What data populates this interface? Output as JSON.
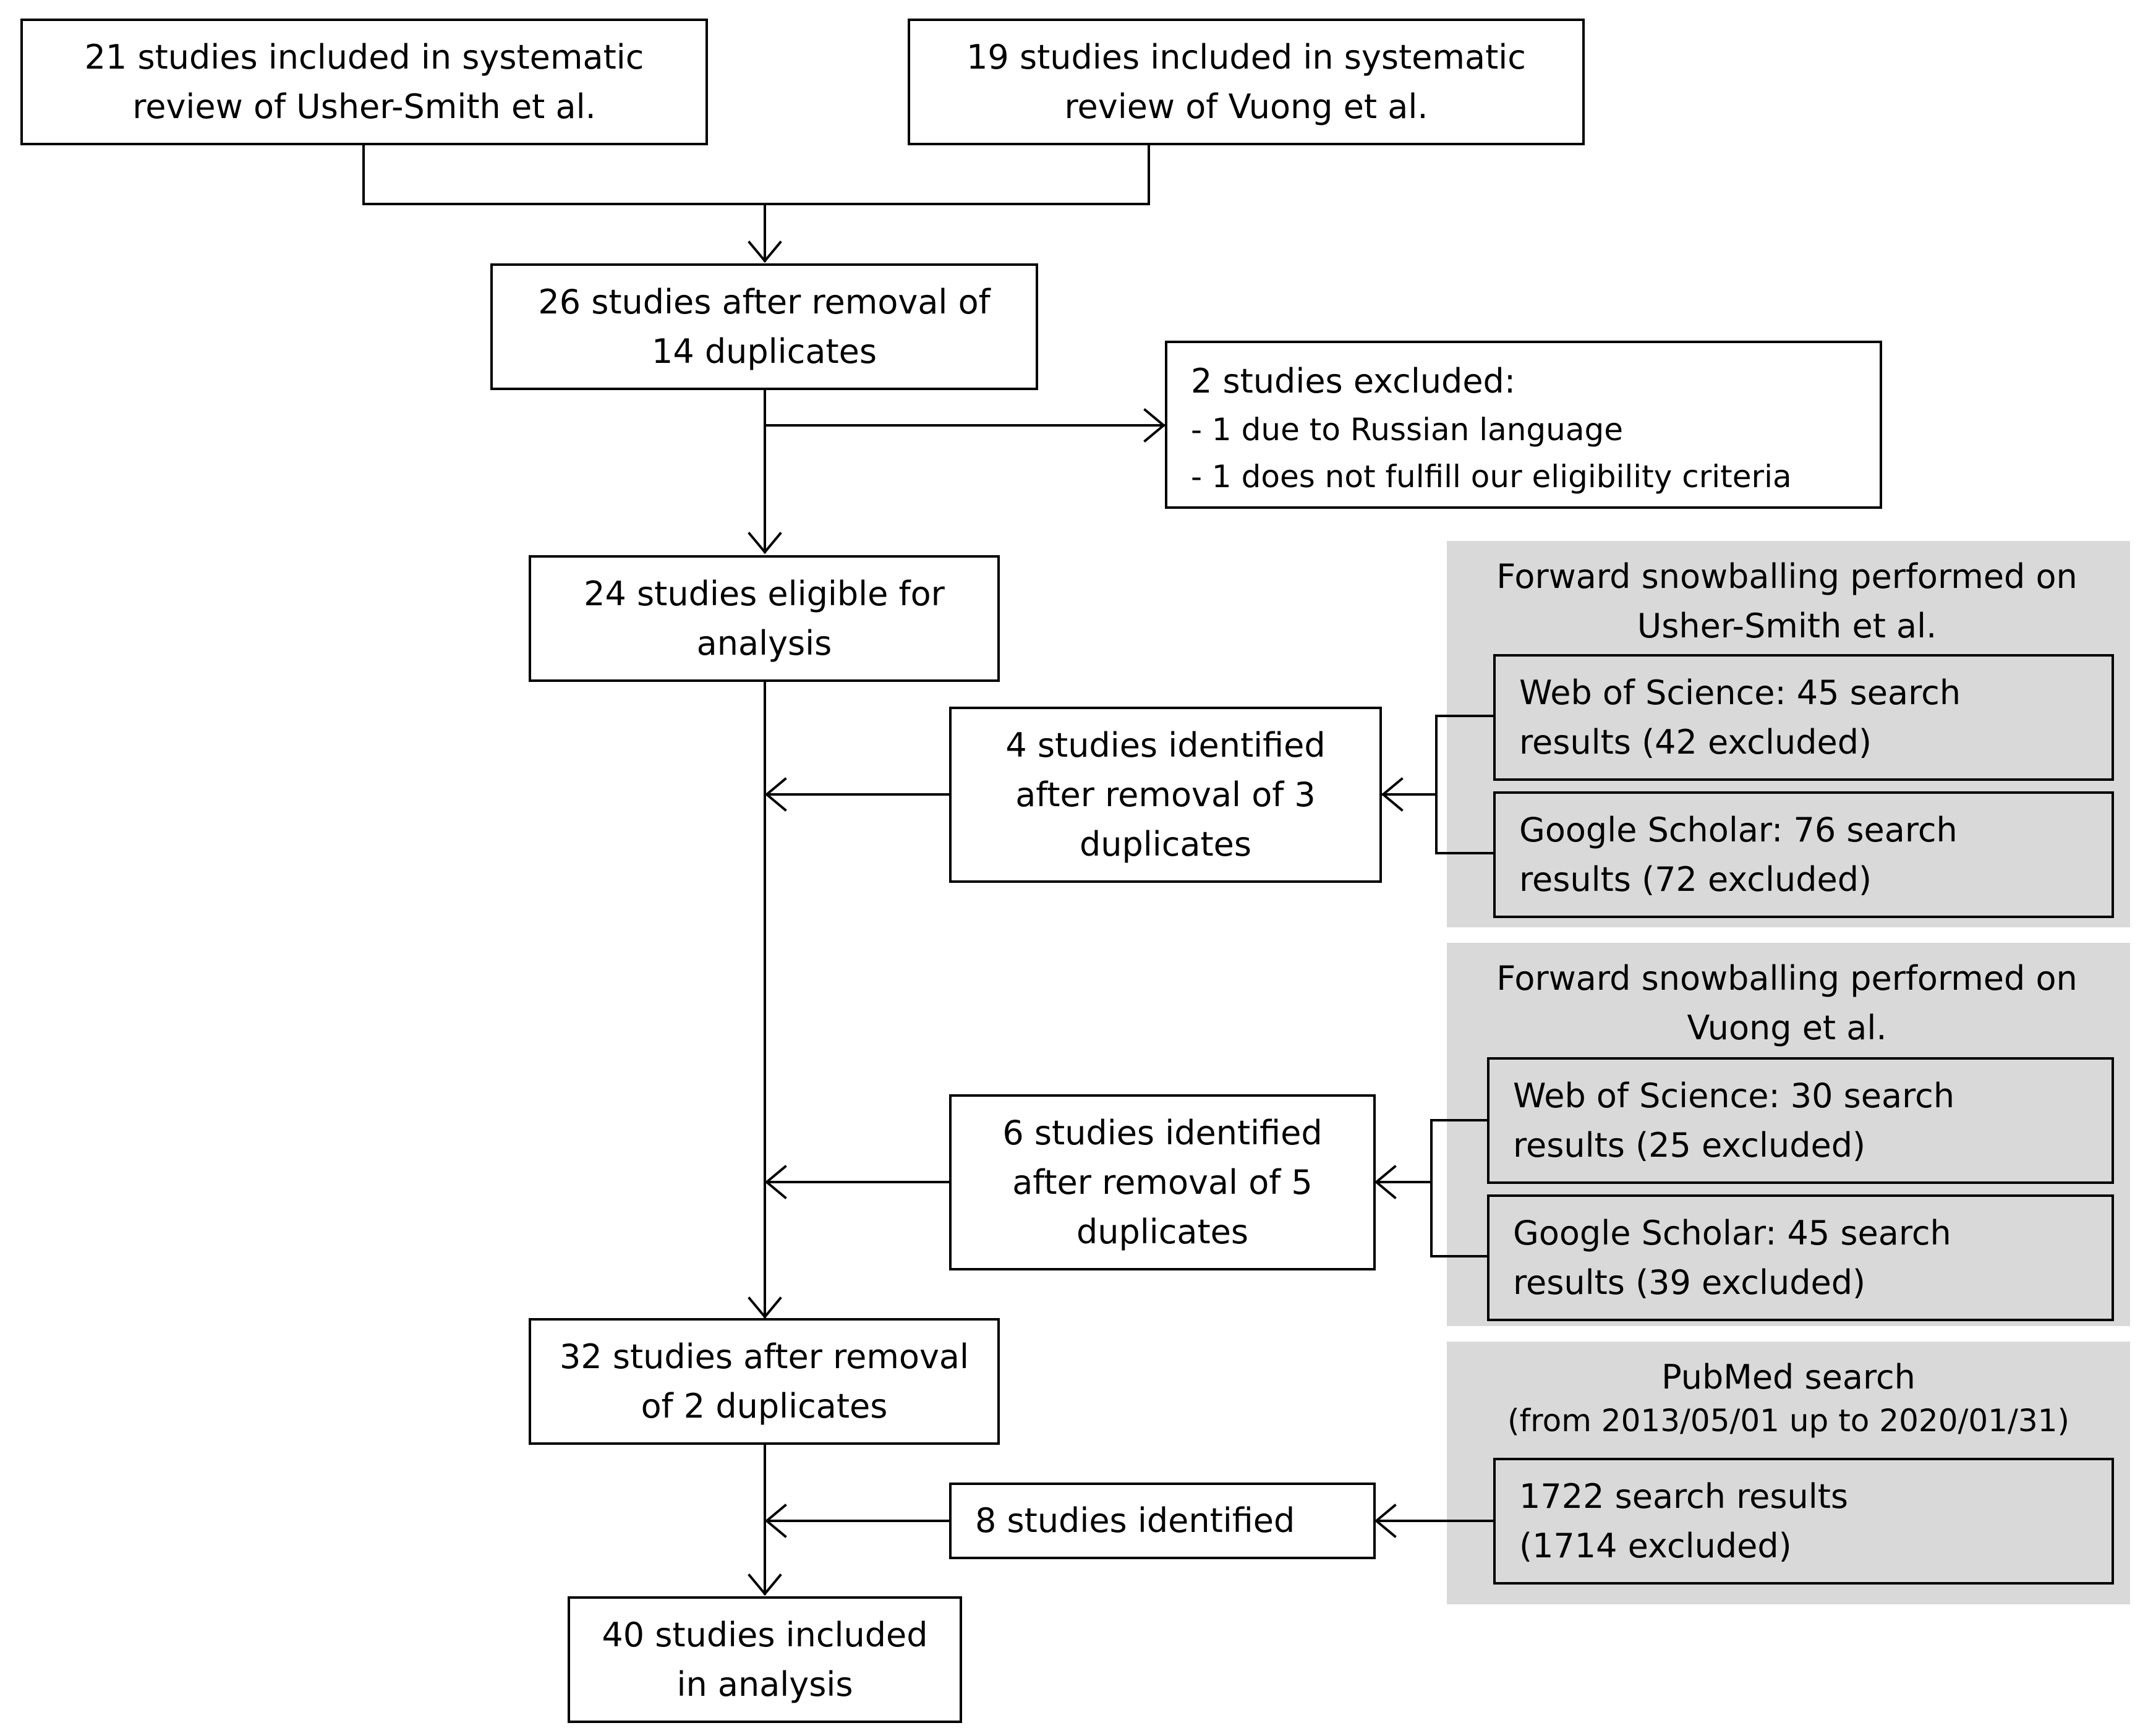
{
  "boxes": {
    "usher_smith_review": "21 studies included in systematic review of Usher-Smith et al.",
    "vuong_review": "19 studies included in systematic review of Vuong et al.",
    "after_duplicates_1": "26 studies after removal of 14 duplicates",
    "excluded_title": "2 studies excluded:",
    "excluded_item_1": "- 1 due to Russian language",
    "excluded_item_2": "- 1 does not fulfill our eligibility criteria",
    "eligible": "24 studies eligible for analysis",
    "identified_usher": "4 studies identified after removal of 3 duplicates",
    "identified_vuong": "6 studies identified after removal of 5 duplicates",
    "after_duplicates_2": "32 studies after removal of 2 duplicates",
    "identified_pubmed": "8 studies identified",
    "final": "40 studies included in analysis"
  },
  "panels": {
    "usher": {
      "title": "Forward snowballing performed on Usher-Smith et al.",
      "wos": "Web of Science: 45 search results (42 excluded)",
      "gs": "Google Scholar: 76 search results (72 excluded)"
    },
    "vuong": {
      "title": "Forward snowballing performed on Vuong et al.",
      "wos": "Web of Science: 30 search results (25 excluded)",
      "gs": "Google Scholar: 45 search results (39 excluded)"
    },
    "pubmed": {
      "title": "PubMed search",
      "subtitle": "(from 2013/05/01 up to 2020/01/31)",
      "results": "1722 search results (1714 excluded)"
    }
  },
  "colors": {
    "panel_fill": "#d9d9d9",
    "line": "#000000",
    "box_fill": "#ffffff"
  }
}
